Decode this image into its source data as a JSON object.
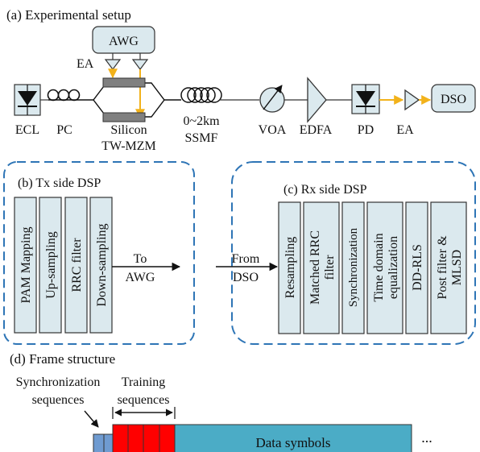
{
  "setup": {
    "title": "(a) Experimental setup",
    "awg": "AWG",
    "ea_tx": "EA",
    "ecl": "ECL",
    "pc": "PC",
    "mzm_line1": "Silicon",
    "mzm_line2": "TW-MZM",
    "fiber_len": "0~2km",
    "fiber": "SSMF",
    "voa": "VOA",
    "edfa": "EDFA",
    "pd": "PD",
    "ea_rx": "EA",
    "dso": "DSO"
  },
  "tx": {
    "title": "(b) Tx side DSP",
    "blocks": [
      "PAM Mapping",
      "Up-sampling",
      "RRC filter",
      "Down-sampling"
    ],
    "to_line1": "To",
    "to_line2": "AWG"
  },
  "rx": {
    "title": "(c) Rx side DSP",
    "from_line1": "From",
    "from_line2": "DSO",
    "blocks": [
      [
        "Resampling"
      ],
      [
        "Matched RRC",
        "filter"
      ],
      [
        "Synchronization"
      ],
      [
        "Time domain",
        "equalization"
      ],
      [
        "DD-RLS"
      ],
      [
        "Post filter &",
        "MLSD"
      ]
    ]
  },
  "frame": {
    "title": "(d) Frame structure",
    "sync_line1": "Synchronization",
    "sync_line2": "sequences",
    "train_line1": "Training",
    "train_line2": "sequences",
    "data": "Data symbols",
    "ellipsis": "..."
  },
  "colors": {
    "block_fill": "#dbe9ee",
    "dashed": "#2e75b6",
    "arrow_yellow": "#f2b21b",
    "training": "#ff0000",
    "sync": "#6f9bd1",
    "data": "#4bacc6"
  }
}
